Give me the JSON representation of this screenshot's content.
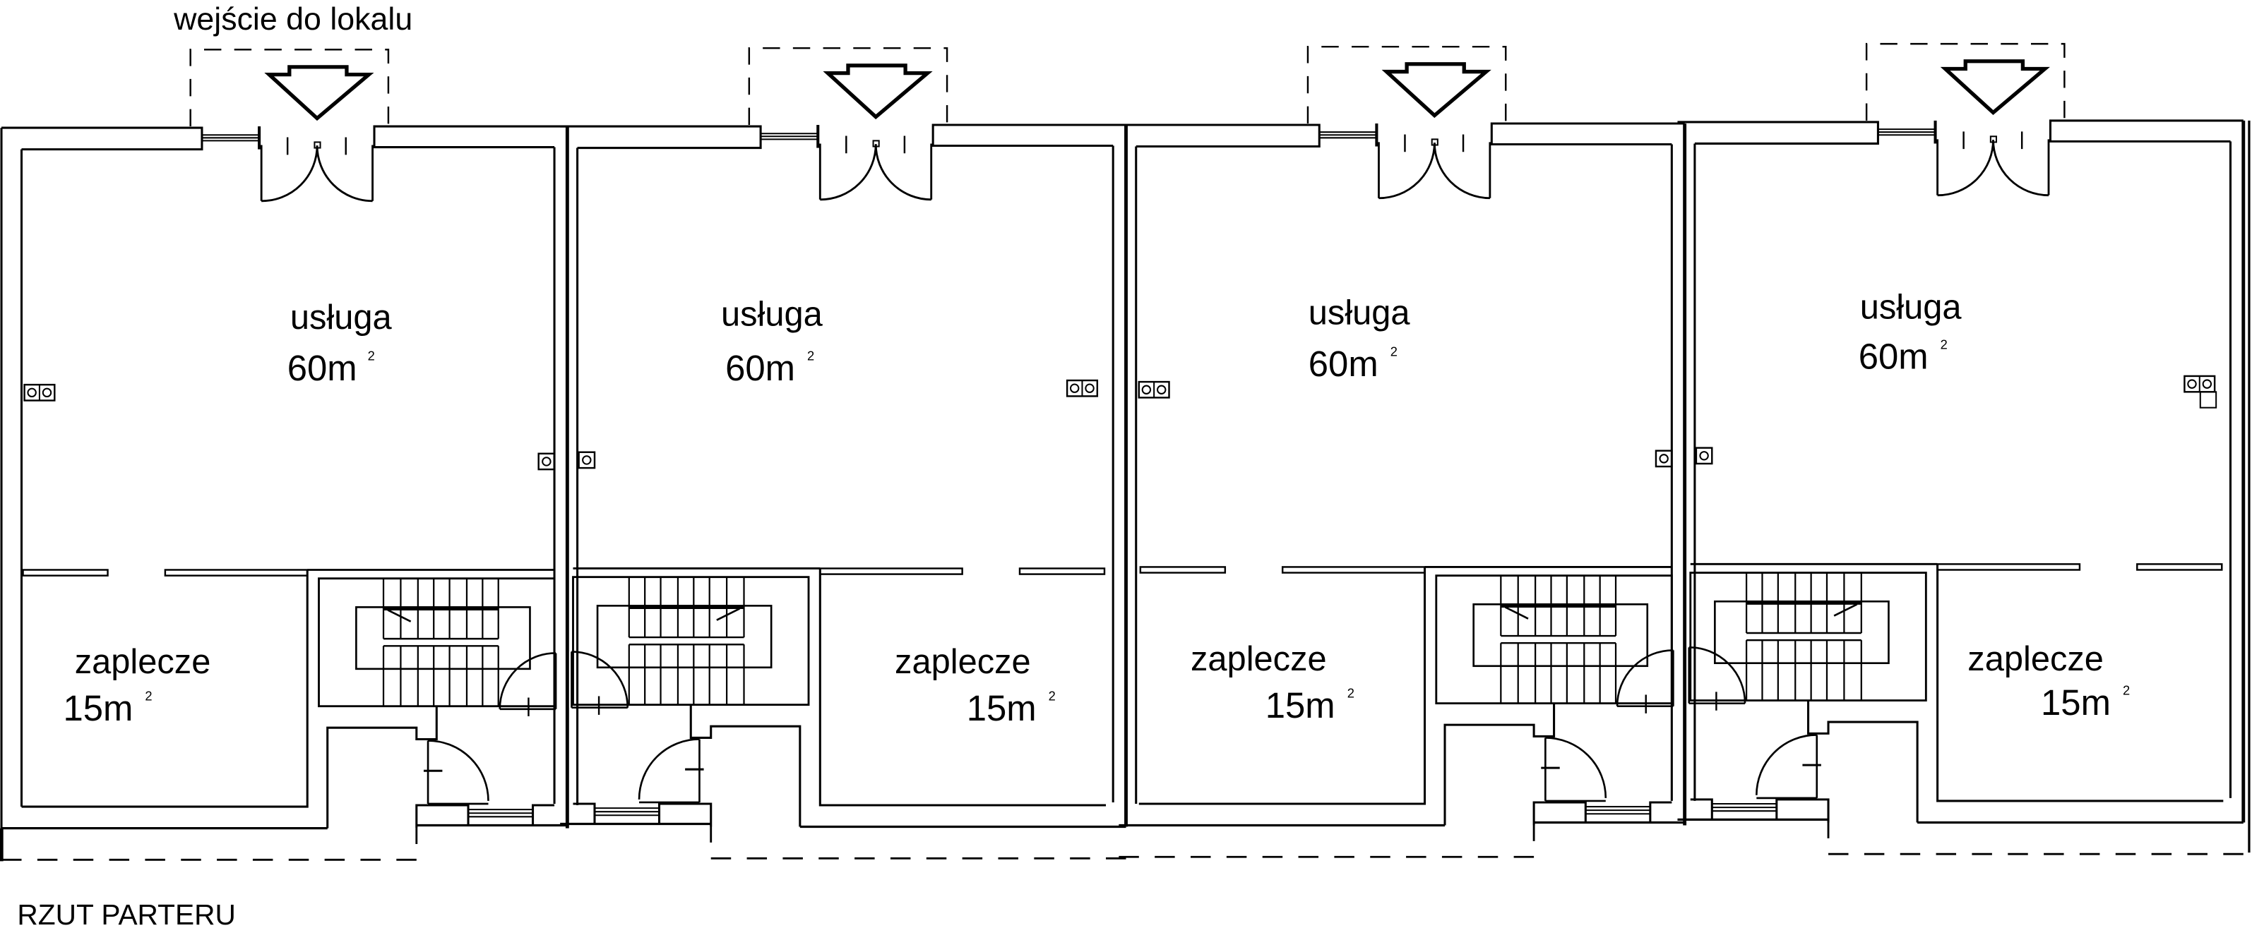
{
  "drawing": {
    "title": "RZUT PARTERU",
    "entrance_label": "wejście do lokalu",
    "line_color": "#000000",
    "background": "#ffffff"
  },
  "units": [
    {
      "room": "usługa",
      "area": "60m",
      "area_sup": "2",
      "back_room": "zaplecze",
      "back_area": "15m",
      "back_area_sup": "2"
    },
    {
      "room": "usługa",
      "area": "60m",
      "area_sup": "2",
      "back_room": "zaplecze",
      "back_area": "15m",
      "back_area_sup": "2"
    },
    {
      "room": "usługa",
      "area": "60m",
      "area_sup": "2",
      "back_room": "zaplecze",
      "back_area": "15m",
      "back_area_sup": "2"
    },
    {
      "room": "usługa",
      "area": "60m",
      "area_sup": "2",
      "back_room": "zaplecze",
      "back_area": "15m",
      "back_area_sup": "2"
    }
  ]
}
